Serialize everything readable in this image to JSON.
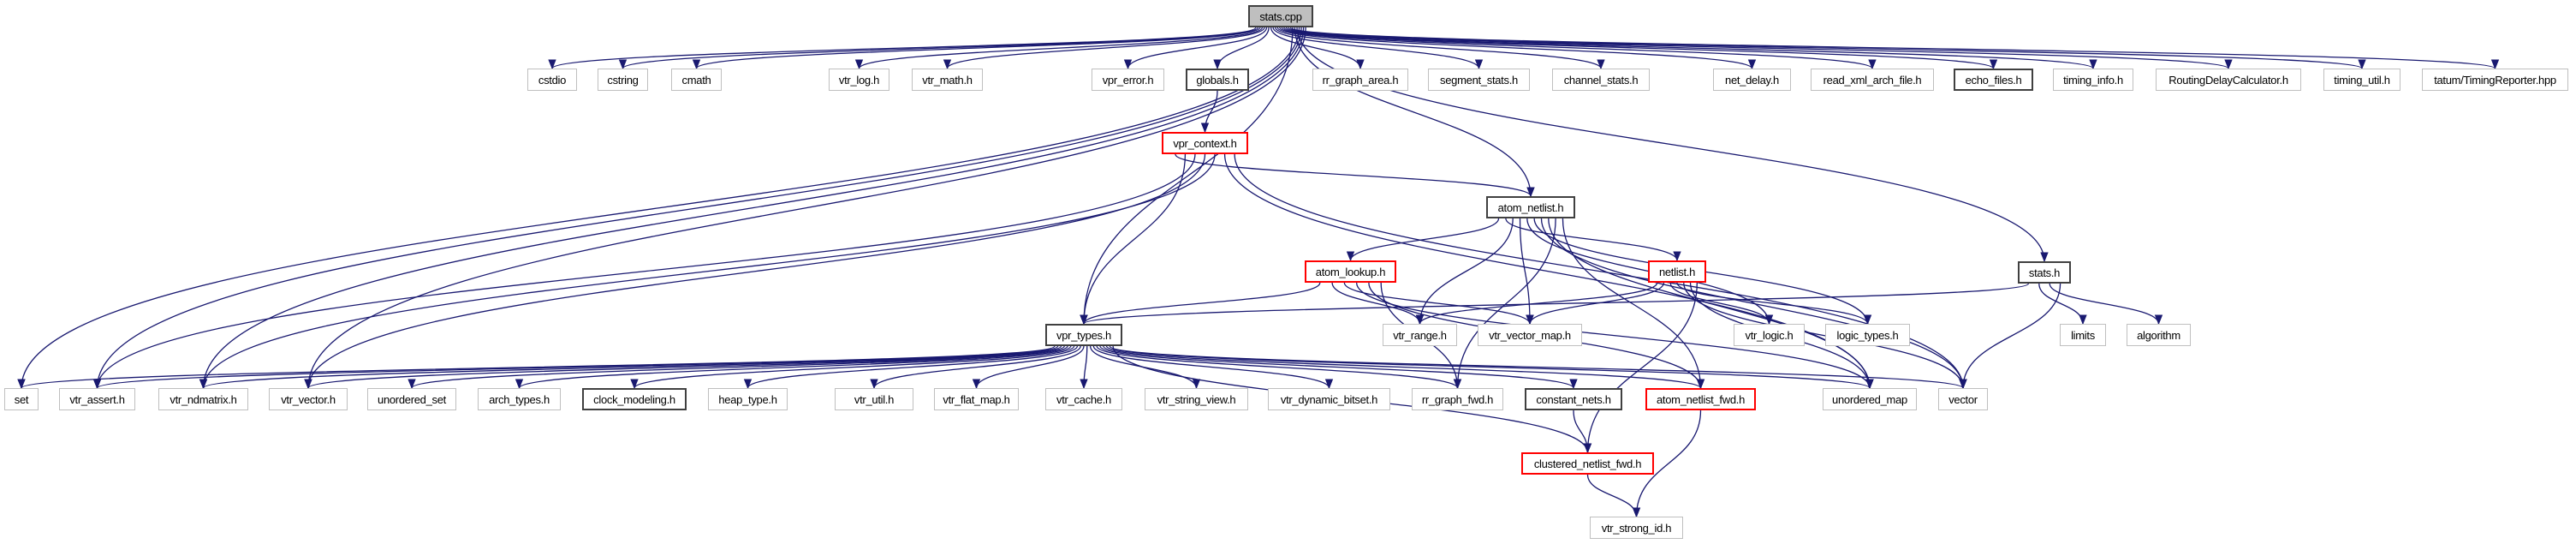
{
  "graph": {
    "edge_color": "#191970",
    "node_styles": {
      "root": "#bfbfbf",
      "documented": "#404040",
      "truncated": "#ff0000",
      "external": "#bfbfbf"
    },
    "nodes": [
      {
        "id": "stats_cpp",
        "label": "stats.cpp",
        "kind": "root"
      },
      {
        "id": "cstdio",
        "label": "cstdio",
        "kind": "external"
      },
      {
        "id": "cstring",
        "label": "cstring",
        "kind": "external"
      },
      {
        "id": "cmath",
        "label": "cmath",
        "kind": "external"
      },
      {
        "id": "vtr_log",
        "label": "vtr_log.h",
        "kind": "external"
      },
      {
        "id": "vtr_math",
        "label": "vtr_math.h",
        "kind": "external"
      },
      {
        "id": "vpr_error",
        "label": "vpr_error.h",
        "kind": "external"
      },
      {
        "id": "globals",
        "label": "globals.h",
        "kind": "documented"
      },
      {
        "id": "rr_graph_area",
        "label": "rr_graph_area.h",
        "kind": "external"
      },
      {
        "id": "segment_stats",
        "label": "segment_stats.h",
        "kind": "external"
      },
      {
        "id": "channel_stats",
        "label": "channel_stats.h",
        "kind": "external"
      },
      {
        "id": "net_delay",
        "label": "net_delay.h",
        "kind": "external"
      },
      {
        "id": "read_xml",
        "label": "read_xml_arch_file.h",
        "kind": "external"
      },
      {
        "id": "echo_files",
        "label": "echo_files.h",
        "kind": "documented"
      },
      {
        "id": "timing_info",
        "label": "timing_info.h",
        "kind": "external"
      },
      {
        "id": "routing_delay",
        "label": "RoutingDelayCalculator.h",
        "kind": "external"
      },
      {
        "id": "timing_util",
        "label": "timing_util.h",
        "kind": "external"
      },
      {
        "id": "tatum",
        "label": "tatum/TimingReporter.hpp",
        "kind": "external"
      },
      {
        "id": "vpr_context",
        "label": "vpr_context.h",
        "kind": "truncated"
      },
      {
        "id": "atom_netlist",
        "label": "atom_netlist.h",
        "kind": "documented"
      },
      {
        "id": "atom_lookup",
        "label": "atom_lookup.h",
        "kind": "truncated"
      },
      {
        "id": "netlist",
        "label": "netlist.h",
        "kind": "truncated"
      },
      {
        "id": "stats_h",
        "label": "stats.h",
        "kind": "documented"
      },
      {
        "id": "vpr_types",
        "label": "vpr_types.h",
        "kind": "documented"
      },
      {
        "id": "vtr_range",
        "label": "vtr_range.h",
        "kind": "external"
      },
      {
        "id": "vtr_vector_map",
        "label": "vtr_vector_map.h",
        "kind": "external"
      },
      {
        "id": "vtr_logic",
        "label": "vtr_logic.h",
        "kind": "external"
      },
      {
        "id": "logic_types",
        "label": "logic_types.h",
        "kind": "external"
      },
      {
        "id": "limits",
        "label": "limits",
        "kind": "external"
      },
      {
        "id": "algorithm",
        "label": "algorithm",
        "kind": "external"
      },
      {
        "id": "set",
        "label": "set",
        "kind": "external"
      },
      {
        "id": "vtr_assert",
        "label": "vtr_assert.h",
        "kind": "external"
      },
      {
        "id": "vtr_ndmatrix",
        "label": "vtr_ndmatrix.h",
        "kind": "external"
      },
      {
        "id": "vtr_vector",
        "label": "vtr_vector.h",
        "kind": "external"
      },
      {
        "id": "unordered_set",
        "label": "unordered_set",
        "kind": "external"
      },
      {
        "id": "arch_types",
        "label": "arch_types.h",
        "kind": "external"
      },
      {
        "id": "clock_modeling",
        "label": "clock_modeling.h",
        "kind": "documented"
      },
      {
        "id": "heap_type",
        "label": "heap_type.h",
        "kind": "external"
      },
      {
        "id": "vtr_util",
        "label": "vtr_util.h",
        "kind": "external"
      },
      {
        "id": "vtr_flat_map",
        "label": "vtr_flat_map.h",
        "kind": "external"
      },
      {
        "id": "vtr_cache",
        "label": "vtr_cache.h",
        "kind": "external"
      },
      {
        "id": "vtr_string_view",
        "label": "vtr_string_view.h",
        "kind": "external"
      },
      {
        "id": "vtr_dynamic_bitset",
        "label": "vtr_dynamic_bitset.h",
        "kind": "external"
      },
      {
        "id": "rr_graph_fwd",
        "label": "rr_graph_fwd.h",
        "kind": "external"
      },
      {
        "id": "constant_nets",
        "label": "constant_nets.h",
        "kind": "documented"
      },
      {
        "id": "atom_netlist_fwd",
        "label": "atom_netlist_fwd.h",
        "kind": "truncated"
      },
      {
        "id": "unordered_map",
        "label": "unordered_map",
        "kind": "external"
      },
      {
        "id": "vector",
        "label": "vector",
        "kind": "external"
      },
      {
        "id": "clustered_netlist_fwd",
        "label": "clustered_netlist_fwd.h",
        "kind": "truncated"
      },
      {
        "id": "vtr_strong_id",
        "label": "vtr_strong_id.h",
        "kind": "external"
      }
    ],
    "edges": [
      [
        "stats_cpp",
        "cstdio"
      ],
      [
        "stats_cpp",
        "cstring"
      ],
      [
        "stats_cpp",
        "cmath"
      ],
      [
        "stats_cpp",
        "vtr_log"
      ],
      [
        "stats_cpp",
        "vtr_math"
      ],
      [
        "stats_cpp",
        "vpr_error"
      ],
      [
        "stats_cpp",
        "globals"
      ],
      [
        "stats_cpp",
        "rr_graph_area"
      ],
      [
        "stats_cpp",
        "segment_stats"
      ],
      [
        "stats_cpp",
        "channel_stats"
      ],
      [
        "stats_cpp",
        "net_delay"
      ],
      [
        "stats_cpp",
        "read_xml"
      ],
      [
        "stats_cpp",
        "echo_files"
      ],
      [
        "stats_cpp",
        "timing_info"
      ],
      [
        "stats_cpp",
        "routing_delay"
      ],
      [
        "stats_cpp",
        "timing_util"
      ],
      [
        "stats_cpp",
        "tatum"
      ],
      [
        "stats_cpp",
        "vpr_types"
      ],
      [
        "stats_cpp",
        "atom_netlist"
      ],
      [
        "stats_cpp",
        "stats_h"
      ],
      [
        "stats_cpp",
        "set"
      ],
      [
        "stats_cpp",
        "vtr_assert"
      ],
      [
        "stats_cpp",
        "vtr_ndmatrix"
      ],
      [
        "stats_cpp",
        "vtr_vector"
      ],
      [
        "globals",
        "vpr_context"
      ],
      [
        "vpr_context",
        "atom_netlist"
      ],
      [
        "vpr_context",
        "vpr_types"
      ],
      [
        "vpr_context",
        "vtr_assert"
      ],
      [
        "vpr_context",
        "vtr_vector"
      ],
      [
        "vpr_context",
        "vtr_ndmatrix"
      ],
      [
        "vpr_context",
        "unordered_map"
      ],
      [
        "vpr_context",
        "vector"
      ],
      [
        "atom_netlist",
        "atom_lookup"
      ],
      [
        "atom_netlist",
        "netlist"
      ],
      [
        "atom_netlist",
        "vtr_range"
      ],
      [
        "atom_netlist",
        "vtr_vector_map"
      ],
      [
        "atom_netlist",
        "vtr_logic"
      ],
      [
        "atom_netlist",
        "logic_types"
      ],
      [
        "atom_netlist",
        "vector"
      ],
      [
        "atom_netlist",
        "unordered_map"
      ],
      [
        "atom_netlist",
        "rr_graph_fwd"
      ],
      [
        "atom_netlist",
        "atom_netlist_fwd"
      ],
      [
        "atom_lookup",
        "vpr_types"
      ],
      [
        "atom_lookup",
        "vtr_range"
      ],
      [
        "atom_lookup",
        "vtr_vector_map"
      ],
      [
        "atom_lookup",
        "unordered_map"
      ],
      [
        "atom_lookup",
        "atom_netlist_fwd"
      ],
      [
        "atom_lookup",
        "rr_graph_fwd"
      ],
      [
        "netlist",
        "vtr_range"
      ],
      [
        "netlist",
        "vtr_vector_map"
      ],
      [
        "netlist",
        "vtr_logic"
      ],
      [
        "netlist",
        "logic_types"
      ],
      [
        "netlist",
        "vector"
      ],
      [
        "netlist",
        "unordered_map"
      ],
      [
        "netlist",
        "clustered_netlist_fwd"
      ],
      [
        "stats_h",
        "vpr_types"
      ],
      [
        "stats_h",
        "limits"
      ],
      [
        "stats_h",
        "algorithm"
      ],
      [
        "stats_h",
        "vector"
      ],
      [
        "vpr_types",
        "set"
      ],
      [
        "vpr_types",
        "vtr_assert"
      ],
      [
        "vpr_types",
        "vtr_ndmatrix"
      ],
      [
        "vpr_types",
        "vtr_vector"
      ],
      [
        "vpr_types",
        "unordered_set"
      ],
      [
        "vpr_types",
        "arch_types"
      ],
      [
        "vpr_types",
        "clock_modeling"
      ],
      [
        "vpr_types",
        "heap_type"
      ],
      [
        "vpr_types",
        "vtr_util"
      ],
      [
        "vpr_types",
        "vtr_flat_map"
      ],
      [
        "vpr_types",
        "vtr_cache"
      ],
      [
        "vpr_types",
        "vtr_string_view"
      ],
      [
        "vpr_types",
        "vtr_dynamic_bitset"
      ],
      [
        "vpr_types",
        "rr_graph_fwd"
      ],
      [
        "vpr_types",
        "constant_nets"
      ],
      [
        "vpr_types",
        "atom_netlist_fwd"
      ],
      [
        "vpr_types",
        "unordered_map"
      ],
      [
        "vpr_types",
        "vector"
      ],
      [
        "vpr_types",
        "clustered_netlist_fwd"
      ],
      [
        "constant_nets",
        "clustered_netlist_fwd"
      ],
      [
        "clustered_netlist_fwd",
        "vtr_strong_id"
      ],
      [
        "atom_netlist_fwd",
        "vtr_strong_id"
      ]
    ]
  }
}
